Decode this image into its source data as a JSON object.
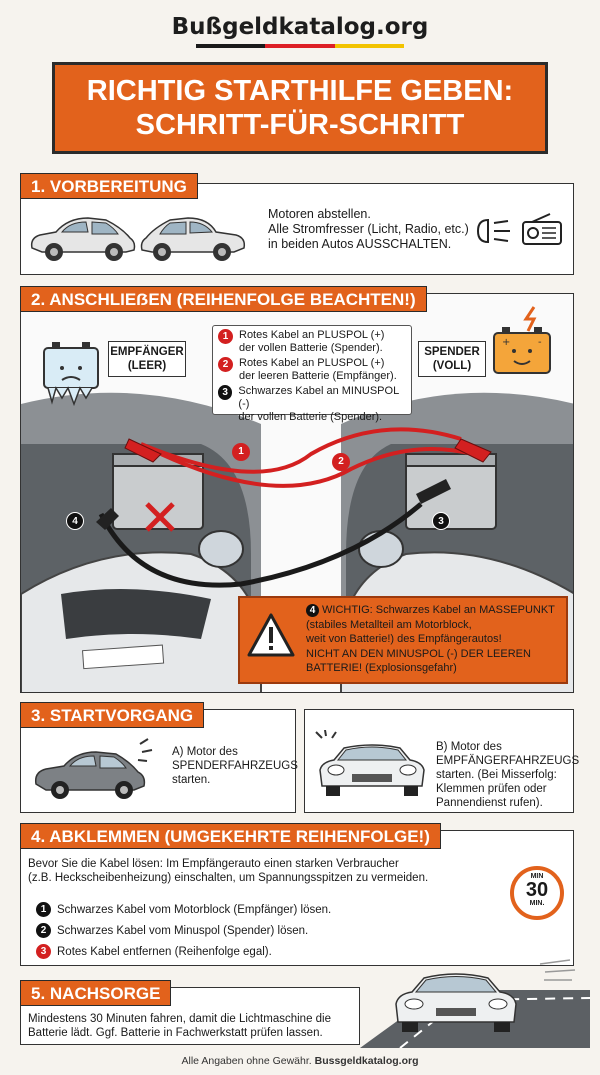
{
  "brand": "Bußgeldkatalog.org",
  "flag_colors": [
    "#1a1a1a",
    "#dd1f26",
    "#f2c300"
  ],
  "title": {
    "line1": "RICHTIG STARTHILFE GEBEN:",
    "line2": "SCHRITT-FÜR-SCHRITT"
  },
  "s1": {
    "heading": "1. VORBEREITUNG",
    "text": [
      "Motoren abstellen.",
      "Alle Stromfresser (Licht, Radio, etc.)",
      "in beiden Autos AUSSCHALTEN."
    ]
  },
  "s2": {
    "heading": "2. ANSCHLIEẞEN (REIHENFOLGE BEACHTEN!)",
    "left_label": [
      "EMPFÄNGER",
      "(LEER)"
    ],
    "right_label": [
      "SPENDER",
      "(VOLL)"
    ],
    "steps": [
      {
        "n": "1",
        "lines": [
          "Rotes Kabel an PLUSPOL (+)",
          "der vollen Batterie (Spender)."
        ]
      },
      {
        "n": "2",
        "lines": [
          "Rotes Kabel an PLUSPOL (+)",
          "der leeren Batterie (Empfänger)."
        ]
      },
      {
        "n": "3",
        "lines": [
          "Schwarzes Kabel an MINUSPOL (-)",
          "der vollen Batterie (Spender)."
        ]
      }
    ],
    "markers": {
      "m1": "1",
      "m2": "2",
      "m3": "3",
      "m4": "4"
    },
    "warning": {
      "n": "4",
      "lines": [
        "WICHTIG: Schwarzes Kabel an MASSEPUNKT",
        "(stabiles Metallteil am Motorblock,",
        "weit von Batterie!) des Empfängerautos!",
        "NICHT AN DEN MINUSPOL (-) DER LEEREN",
        "BATTERIE! (Explosionsgefahr)"
      ]
    }
  },
  "s3": {
    "heading": "3. STARTVORGANG",
    "a": [
      "A) Motor des",
      "SPENDERFAHRZEUGS",
      "starten."
    ],
    "b": [
      "B) Motor des",
      "EMPFÄNGERFAHRZEUGS",
      "starten. (Bei Misserfolg:",
      "Klemmen prüfen oder",
      "Pannendienst rufen)."
    ]
  },
  "s4": {
    "heading": "4. ABKLEMMEN (UMGEKEHRTE REIHENFOLGE!)",
    "intro": [
      "Bevor Sie die Kabel lösen: Im Empfängerauto einen starken Verbraucher",
      "(z.B. Heckscheibenheizung) einschalten, um Spannungsspitzen zu vermeiden."
    ],
    "steps": [
      {
        "n": "1",
        "text": "Schwarzes Kabel vom Motorblock (Empfänger) lösen."
      },
      {
        "n": "2",
        "text": "Schwarzes Kabel vom Minuspol (Spender) lösen."
      },
      {
        "n": "3",
        "text": "Rotes Kabel entfernen (Reihenfolge egal)."
      }
    ],
    "timer": {
      "top": "MIN",
      "value": "30",
      "bottom": "MIN."
    }
  },
  "s5": {
    "heading": "5. NACHSORGE",
    "text": [
      "Mindestens 30 Minuten fahren, damit die Lichtmaschine die",
      "Batterie lädt. Ggf. Batterie in Fachwerkstatt prüfen lassen."
    ]
  },
  "footer": {
    "prefix": "Alle Angaben ohne Gewähr.",
    "brand": "Bussgeldkatalog.org"
  },
  "colors": {
    "accent": "#e2621c",
    "red_cable": "#d32020",
    "black_cable": "#111111"
  }
}
